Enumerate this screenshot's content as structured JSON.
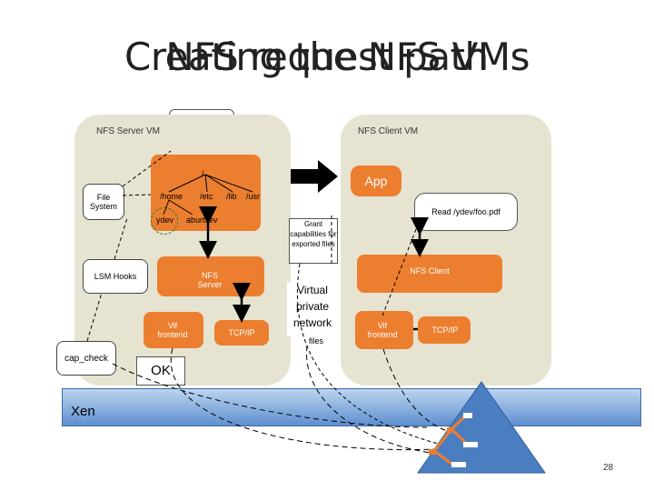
{
  "title": {
    "line1": "Creating the NFS VMs",
    "line2": "NFS request path"
  },
  "server_vm": {
    "label": "NFS Server VM",
    "root": "/",
    "dirs": {
      "home": "/home",
      "etc": "/etc",
      "lib": "/lib",
      "usr": "/usr",
      "ydev": "ydev",
      "aburtsev": "aburtsev"
    },
    "file_system": "File System",
    "lsm_hooks": "LSM Hooks",
    "cap_check": "cap_check",
    "nfs_server": "NFS Server",
    "vif_frontend": "Vif frontend",
    "tcp_ip": "TCP/IP"
  },
  "client_vm": {
    "label": "NFS Client VM",
    "app": "App",
    "nfs_client": "NFS Client",
    "vif_frontend": "Vif frontend",
    "tcp_ip": "TCP/IP",
    "read_callout": "Read /ydev/foo.pdf"
  },
  "grant_callout": "Grant capabilities for exported files",
  "virtual_network": "Virtual private network",
  "files_label": "files",
  "ok_callout": "OK",
  "xen_label": "Xen",
  "page_number": "28",
  "colors": {
    "orange": "#ec7e2f",
    "panel": "#e7e3d1",
    "xen_top": "#bcd4ef",
    "xen_bottom": "#5e90cf",
    "tree": "#2f5f9f"
  }
}
